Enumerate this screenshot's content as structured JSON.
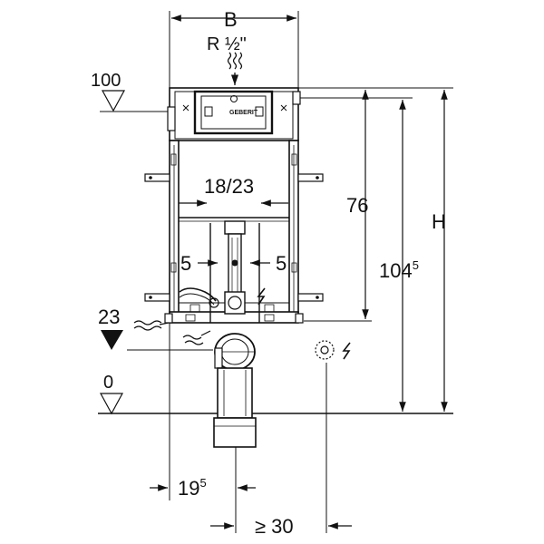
{
  "drawing": {
    "width_label": "B",
    "thread_label": "R ½\"",
    "level_top": "100",
    "level_floor": "0",
    "level_inlet": "23",
    "height_label": "H",
    "dim_76": "76",
    "dim_1045_main": "104",
    "dim_1045_sup": "5",
    "dim_18_23": "18/23",
    "dim_5_left": "5",
    "dim_5_right": "5",
    "dim_195_main": "19",
    "dim_195_sup": "5",
    "dim_min30": "≥ 30",
    "brand": "GEBERIT"
  }
}
